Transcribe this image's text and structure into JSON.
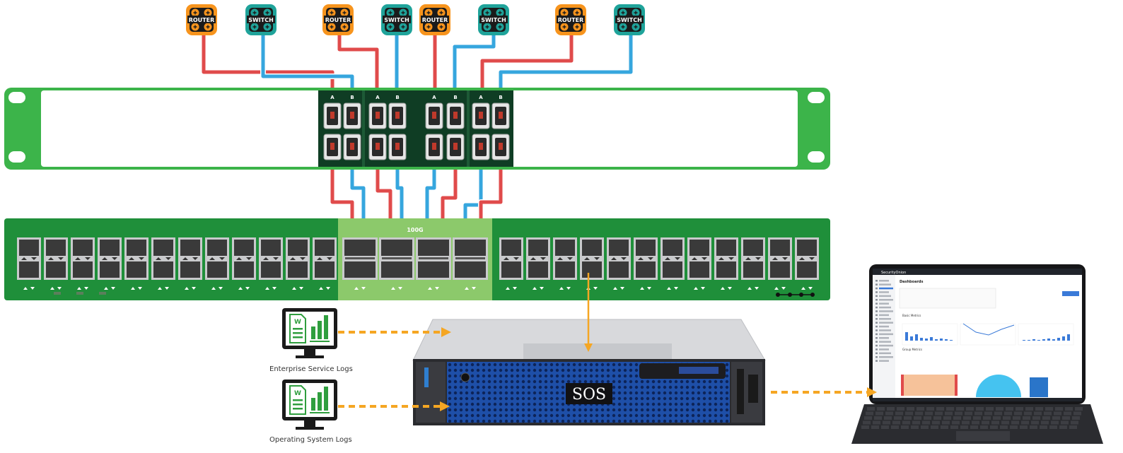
{
  "devices": {
    "router_label": "ROUTER",
    "switch_label": "SWITCH"
  },
  "tap": {
    "port_a": "A",
    "port_b": "B"
  },
  "aggregator": {
    "label_100g": "100G"
  },
  "logs": {
    "enterprise": "Enterprise Service Logs",
    "os": "Operating System Logs",
    "doc_letter": "W"
  },
  "sensor": {
    "logo": "SOS"
  },
  "laptop": {
    "brand": "SecurityOnion",
    "page_title": "Dashboards",
    "section_basic": "Basic Metrics",
    "section_group": "Group Metrics"
  },
  "colors": {
    "green": "#3cb44a",
    "dark_green": "#1f8f3a",
    "light_green": "#8cc96b",
    "red_cable": "#e04b4b",
    "blue_cable": "#36a6de",
    "orange_router": "#f7941d",
    "teal_switch": "#1fa39a",
    "orange_arrow": "#f5a623",
    "server_blue": "#1e4fa8",
    "log_green": "#2f9e3e"
  }
}
